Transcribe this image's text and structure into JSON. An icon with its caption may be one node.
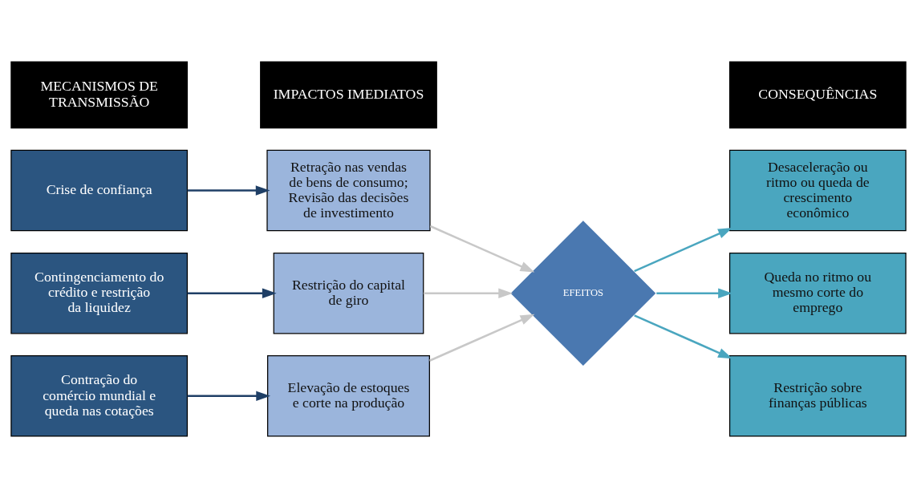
{
  "diagram": {
    "nodes": [
      {
        "text": [
          "MECANISMOS DE TRANSMISSÃO"
        ]
      },
      {
        "text": [
          "IMPACTOS IMEDIATOS"
        ]
      },
      {
        "text": [
          "CONSEQUÊNCIAS"
        ]
      },
      {
        "text": [
          "Crise de confiança"
        ]
      },
      {
        "text": [
          "Contingenciamento do crédito e restrição da liquidez"
        ]
      },
      {
        "text": [
          "Contração do comércio mundial e queda nas cotações"
        ]
      },
      {
        "text": [
          "Retração nas vendas de bens de consumo; Revisão das decisões de investimento"
        ]
      },
      {
        "text": [
          "Restrição do capital de giro"
        ]
      },
      {
        "text": [
          "Elevação de estoques e corte na produção"
        ]
      },
      {
        "text": [
          "EFEITOS"
        ]
      },
      {
        "text": [
          "Desaceleração ou ritmo ou queda de crescimento econômico"
        ]
      },
      {
        "text": [
          "Queda no ritmo ou mesmo corte do emprego"
        ]
      },
      {
        "text": [
          "Restrição sobre finanças públicas"
        ]
      }
    ],
    "edges": [
      {
        "from": 3,
        "to": 6,
        "arrow": "to",
        "color": "#1f3f66"
      },
      {
        "from": 4,
        "to": 7,
        "arrow": "to",
        "color": "#1f3f66"
      },
      {
        "from": 5,
        "to": 8,
        "arrow": "to",
        "color": "#1f3f66"
      },
      {
        "from": 6,
        "to": 9,
        "arrow": "to",
        "color": "#c8c8c8"
      },
      {
        "from": 7,
        "to": 9,
        "arrow": "to",
        "color": "#c8c8c8"
      },
      {
        "from": 8,
        "to": 9,
        "arrow": "to",
        "color": "#c8c8c8"
      },
      {
        "from": 9,
        "to": 10,
        "arrow": "to",
        "color": "#4aa6bf"
      },
      {
        "from": 9,
        "to": 11,
        "arrow": "to",
        "color": "#4aa6bf"
      },
      {
        "from": 9,
        "to": 12,
        "arrow": "to",
        "color": "#4aa6bf"
      }
    ]
  }
}
